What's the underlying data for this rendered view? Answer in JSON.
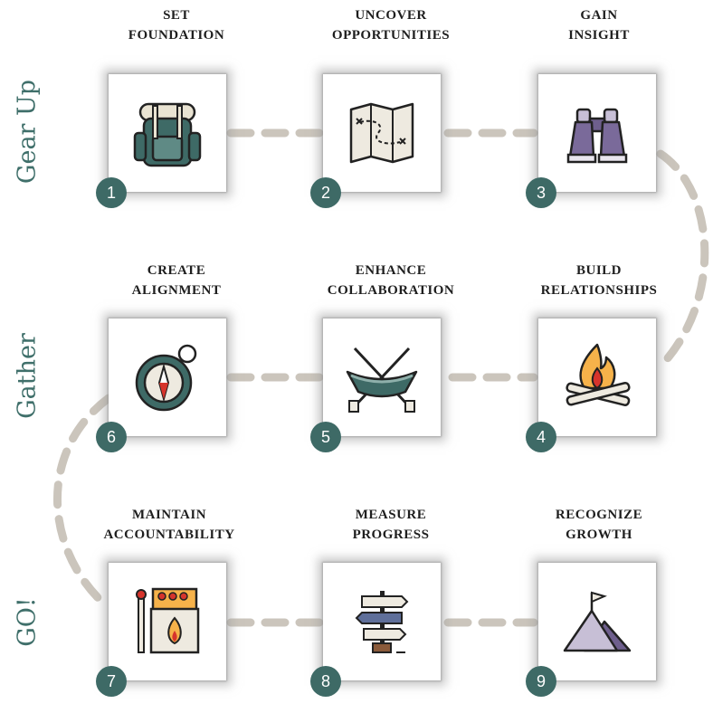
{
  "phases": [
    "Gear Up",
    "Gather",
    "GO!"
  ],
  "steps": [
    {
      "number": "1",
      "line1": "SET",
      "line2": "FOUNDATION",
      "icon": "backpack-icon"
    },
    {
      "number": "2",
      "line1": "UNCOVER",
      "line2": "OPPORTUNITIES",
      "icon": "map-icon"
    },
    {
      "number": "3",
      "line1": "GAIN",
      "line2": "INSIGHT",
      "icon": "binoculars-icon"
    },
    {
      "number": "4",
      "line1": "BUILD",
      "line2": "RELATIONSHIPS",
      "icon": "campfire-icon"
    },
    {
      "number": "5",
      "line1": "ENHANCE",
      "line2": "COLLABORATION",
      "icon": "canoe-paddles-icon"
    },
    {
      "number": "6",
      "line1": "CREATE",
      "line2": "ALIGNMENT",
      "icon": "compass-icon"
    },
    {
      "number": "7",
      "line1": "MAINTAIN",
      "line2": "ACCOUNTABILITY",
      "icon": "matchbox-icon"
    },
    {
      "number": "8",
      "line1": "MEASURE",
      "line2": "PROGRESS",
      "icon": "signpost-icon"
    },
    {
      "number": "9",
      "line1": "RECOGNIZE",
      "line2": "GROWTH",
      "icon": "mountain-flag-icon"
    }
  ],
  "colors": {
    "accent": "#3e6a66",
    "dash": "#c9c3b9",
    "text": "#1e1e1e"
  }
}
